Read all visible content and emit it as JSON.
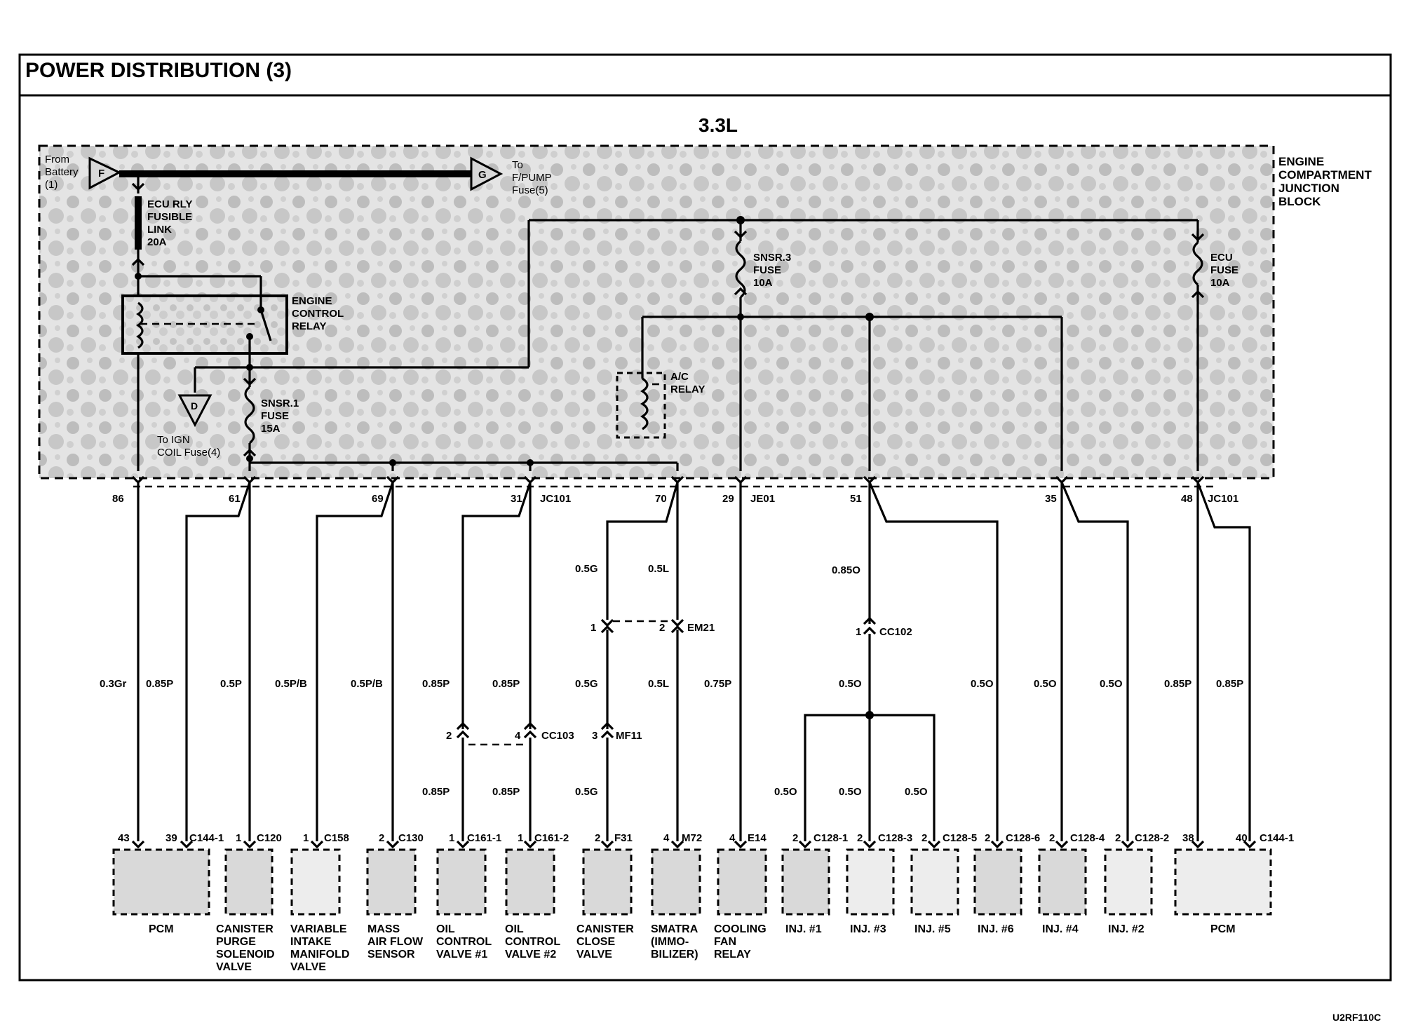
{
  "title": "POWER DISTRIBUTION (3)",
  "engine": "3.3L",
  "footer_code": "U2RF110C",
  "junction_block": {
    "label": [
      "ENGINE",
      "COMPARTMENT",
      "JUNCTION",
      "BLOCK"
    ]
  },
  "from_battery": [
    "From",
    "Battery",
    "(1)"
  ],
  "battery_connector": "F",
  "fuel_pump": {
    "letter": "G",
    "label": [
      "To",
      "F/PUMP",
      "Fuse(5)"
    ]
  },
  "ign_coil": {
    "letter": "D",
    "label": [
      "To IGN",
      "COIL Fuse(4)"
    ]
  },
  "fusible_link": [
    "ECU RLY",
    "FUSIBLE",
    "LINK",
    "20A"
  ],
  "engine_control_relay": [
    "ENGINE",
    "CONTROL",
    "RELAY"
  ],
  "ac_relay": [
    "A/C",
    "RELAY"
  ],
  "fuses": {
    "snsr1": [
      "SNSR.1",
      "FUSE",
      "15A"
    ],
    "snsr3": [
      "SNSR.3",
      "FUSE",
      "10A"
    ],
    "ecu": [
      "ECU",
      "FUSE",
      "10A"
    ]
  },
  "junction_pins": {
    "p86": "86",
    "p61": "61",
    "p69": "69",
    "p31": "31",
    "jc101_a": "JC101",
    "p70": "70",
    "p29": "29",
    "je01": "JE01",
    "p51": "51",
    "p35": "35",
    "p48": "48",
    "jc101_b": "JC101"
  },
  "inline_connectors": {
    "em21": "EM21",
    "em21_p1": "1",
    "em21_p2": "2",
    "cc102": "CC102",
    "cc102_p1": "1",
    "cc103": "CC103",
    "cc103_p2": "2",
    "cc103_p4": "4",
    "mf11": "MF11",
    "mf11_p3": "3"
  },
  "wire_labels": {
    "w1": "0.3Gr",
    "w2": "0.85P",
    "w3": "0.5P",
    "w4": "0.5P/B",
    "w5": "0.5P/B",
    "w6": "0.85P",
    "w7": "0.85P",
    "w8": "0.5G",
    "w9": "0.5L",
    "w10": "0.75P",
    "w11": "0.5O",
    "w12": "0.5O",
    "w13": "0.5O",
    "w14": "0.5O",
    "w15": "0.85P",
    "w16": "0.85P",
    "u8": "0.5G",
    "u9": "0.5L",
    "u11": "0.85O",
    "l6": "0.85P",
    "l7": "0.85P",
    "l8": "0.5G",
    "i1": "0.5O",
    "i2": "0.5O",
    "i3": "0.5O"
  },
  "components": [
    {
      "id": "pcm1",
      "pins": [
        "43",
        "39"
      ],
      "connector": "C144-1",
      "label": [
        "PCM"
      ]
    },
    {
      "id": "canister-purge",
      "pins": [
        "1"
      ],
      "connector": "C120",
      "label": [
        "CANISTER",
        "PURGE",
        "SOLENOID",
        "VALVE"
      ]
    },
    {
      "id": "vim",
      "pins": [
        "1"
      ],
      "connector": "C158",
      "label": [
        "VARIABLE",
        "INTAKE",
        "MANIFOLD",
        "VALVE"
      ]
    },
    {
      "id": "maf",
      "pins": [
        "2"
      ],
      "connector": "C130",
      "label": [
        "MASS",
        "AIR FLOW",
        "SENSOR"
      ]
    },
    {
      "id": "ocv1",
      "pins": [
        "1"
      ],
      "connector": "C161-1",
      "label": [
        "OIL",
        "CONTROL",
        "VALVE #1"
      ]
    },
    {
      "id": "ocv2",
      "pins": [
        "1"
      ],
      "connector": "C161-2",
      "label": [
        "OIL",
        "CONTROL",
        "VALVE #2"
      ]
    },
    {
      "id": "ccv",
      "pins": [
        "2"
      ],
      "connector": "F31",
      "label": [
        "CANISTER",
        "CLOSE",
        "VALVE"
      ]
    },
    {
      "id": "smatra",
      "pins": [
        "4"
      ],
      "connector": "M72",
      "label": [
        "SMATRA",
        "(IMMO-",
        "BILIZER)"
      ]
    },
    {
      "id": "fan",
      "pins": [
        "4"
      ],
      "connector": "E14",
      "label": [
        "COOLING",
        "FAN",
        "RELAY"
      ]
    },
    {
      "id": "inj1",
      "pins": [
        "2"
      ],
      "connector": "C128-1",
      "label": [
        "INJ. #1"
      ]
    },
    {
      "id": "inj3",
      "pins": [
        "2"
      ],
      "connector": "C128-3",
      "label": [
        "INJ. #3"
      ]
    },
    {
      "id": "inj5",
      "pins": [
        "2"
      ],
      "connector": "C128-5",
      "label": [
        "INJ. #5"
      ]
    },
    {
      "id": "inj6",
      "pins": [
        "2"
      ],
      "connector": "C128-6",
      "label": [
        "INJ. #6"
      ]
    },
    {
      "id": "inj4",
      "pins": [
        "2"
      ],
      "connector": "C128-4",
      "label": [
        "INJ. #4"
      ]
    },
    {
      "id": "inj2",
      "pins": [
        "2"
      ],
      "connector": "C128-2",
      "label": [
        "INJ. #2"
      ]
    },
    {
      "id": "pcm2",
      "pins": [
        "38",
        "40"
      ],
      "connector": "C144-1",
      "label": [
        "PCM"
      ]
    }
  ]
}
